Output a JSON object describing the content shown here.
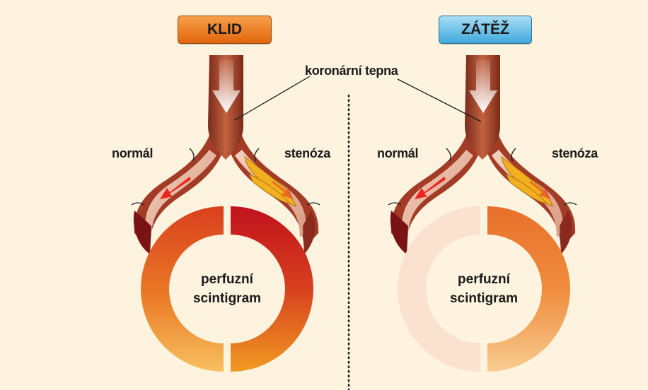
{
  "panels": {
    "rest": {
      "title": "KLID",
      "label_normal": "normál",
      "label_stenosis": "stenóza",
      "ring_line1": "perfuzní",
      "ring_line2": "scintigram"
    },
    "stress": {
      "title": "ZÁTĚŽ",
      "label_normal": "normál",
      "label_stenosis": "stenóza",
      "ring_line1": "perfuzní",
      "ring_line2": "scintigram"
    }
  },
  "shared_label": "koronární tepna",
  "colors": {
    "background": "#fdf3df",
    "artery": "#b04a30",
    "artery_dark": "#7a2a1a",
    "plaque": "#f2b021",
    "flow_arrow": "#e8261e",
    "klid_badge": "#e0660c",
    "zatez_badge": "#3fa9dc"
  }
}
